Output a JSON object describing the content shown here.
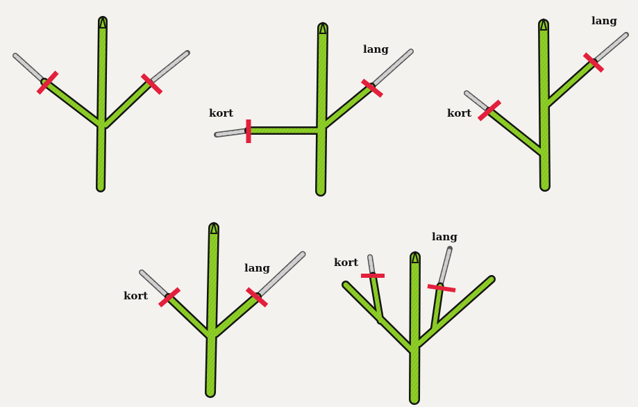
{
  "colors": {
    "background": "#f4f2ee",
    "branch": "#8fcf28",
    "outline": "#141414",
    "cut": "#e3203c",
    "removed_part": "#c9c9c9"
  },
  "panels": [
    {
      "id": "panel-1",
      "labels": []
    },
    {
      "id": "panel-2",
      "labels": [
        "kort",
        "lang"
      ]
    },
    {
      "id": "panel-3",
      "labels": [
        "lang",
        "kort"
      ]
    },
    {
      "id": "panel-4",
      "labels": [
        "kort",
        "lang"
      ]
    },
    {
      "id": "panel-5",
      "labels": [
        "kort",
        "lang"
      ]
    }
  ]
}
